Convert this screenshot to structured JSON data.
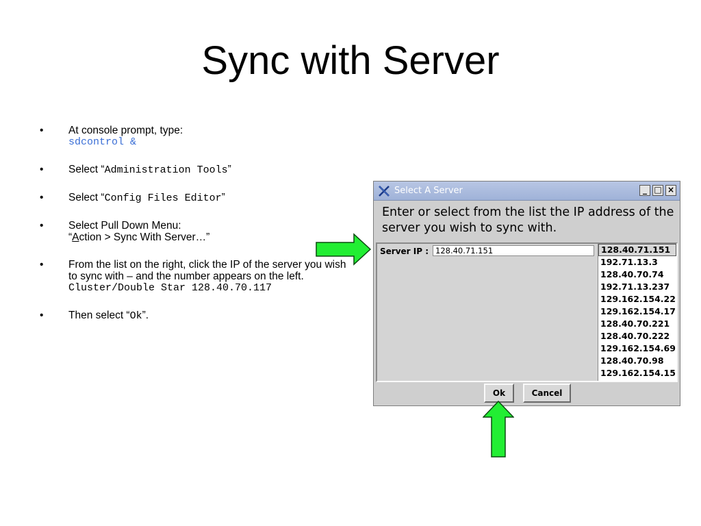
{
  "slide": {
    "title": "Sync with Server",
    "bullet_glyph": "•",
    "bullets": [
      {
        "text": "At console prompt, type:",
        "code": "sdcontrol &"
      },
      {
        "prefix": "Select “",
        "code": "Administration Tools",
        "suffix": "”"
      },
      {
        "prefix": "Select “",
        "code": "Config Files Editor",
        "suffix": "”"
      },
      {
        "text": "Select Pull Down Menu:",
        "line2_open": "“",
        "line2_underlined": "A",
        "line2_rest": "ction > Sync With Server…”"
      },
      {
        "text": "From the list on the right, click the IP of the server you wish to sync with – and the number appears on the left.",
        "code": "Cluster/Double Star 128.40.70.117"
      },
      {
        "prefix": "Then select “",
        "code": "Ok",
        "suffix": "”."
      }
    ]
  },
  "dialog": {
    "title": "Select A Server",
    "window_buttons": {
      "minimize": "_",
      "maximize": "□",
      "close": "×"
    },
    "instructions": "Enter or select from the list the IP address of the server you wish to sync with.",
    "server_ip_label": "Server IP :",
    "server_ip_value": "128.40.71.151",
    "server_list": [
      "128.40.71.151",
      "192.71.13.3",
      "128.40.70.74",
      "192.71.13.237",
      "129.162.154.22",
      "129.162.154.17",
      "128.40.70.221",
      "128.40.70.222",
      "129.162.154.69",
      "128.40.70.98",
      "129.162.154.15"
    ],
    "selected_index": 0,
    "ok_label": "Ok",
    "cancel_label": "Cancel"
  },
  "colors": {
    "arrow_fill": "#22ee33",
    "arrow_stroke": "#0b4a10",
    "code_blue": "#3b6fd6"
  },
  "icons": [
    "x-logo-icon",
    "arrow-right-icon",
    "arrow-up-icon"
  ]
}
